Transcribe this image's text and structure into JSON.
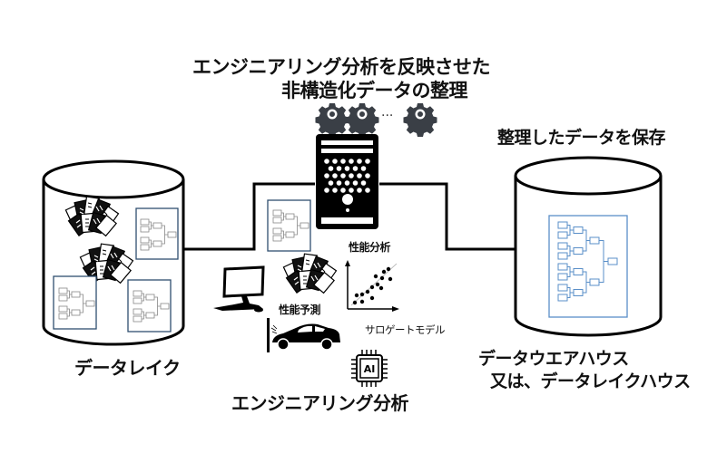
{
  "title": {
    "line1": "エンジニアリング分析を反映させた",
    "line2": "非構造化データの整理"
  },
  "gears": {
    "ellipsis": "···",
    "count_shown": 3
  },
  "data_lake": {
    "label": "データレイク"
  },
  "server": {
    "name": "processing-server"
  },
  "engineering": {
    "label": "エンジニアリング分析",
    "performance_analysis": "性能分析",
    "performance_prediction": "性能予測",
    "surrogate_model": "サロゲートモデル",
    "ai_chip_text": "AI"
  },
  "warehouse": {
    "header": "整理したデータを保存",
    "label_line1": "データウエアハウス",
    "label_line2": "又は、データレイクハウス"
  },
  "colors": {
    "stroke": "#000000",
    "gear": "#3a3f46",
    "doc_border": "#2f4f6f",
    "tree_light": "#8a8a8a",
    "tree_blue": "#5a8fc8",
    "text": "#111111"
  }
}
